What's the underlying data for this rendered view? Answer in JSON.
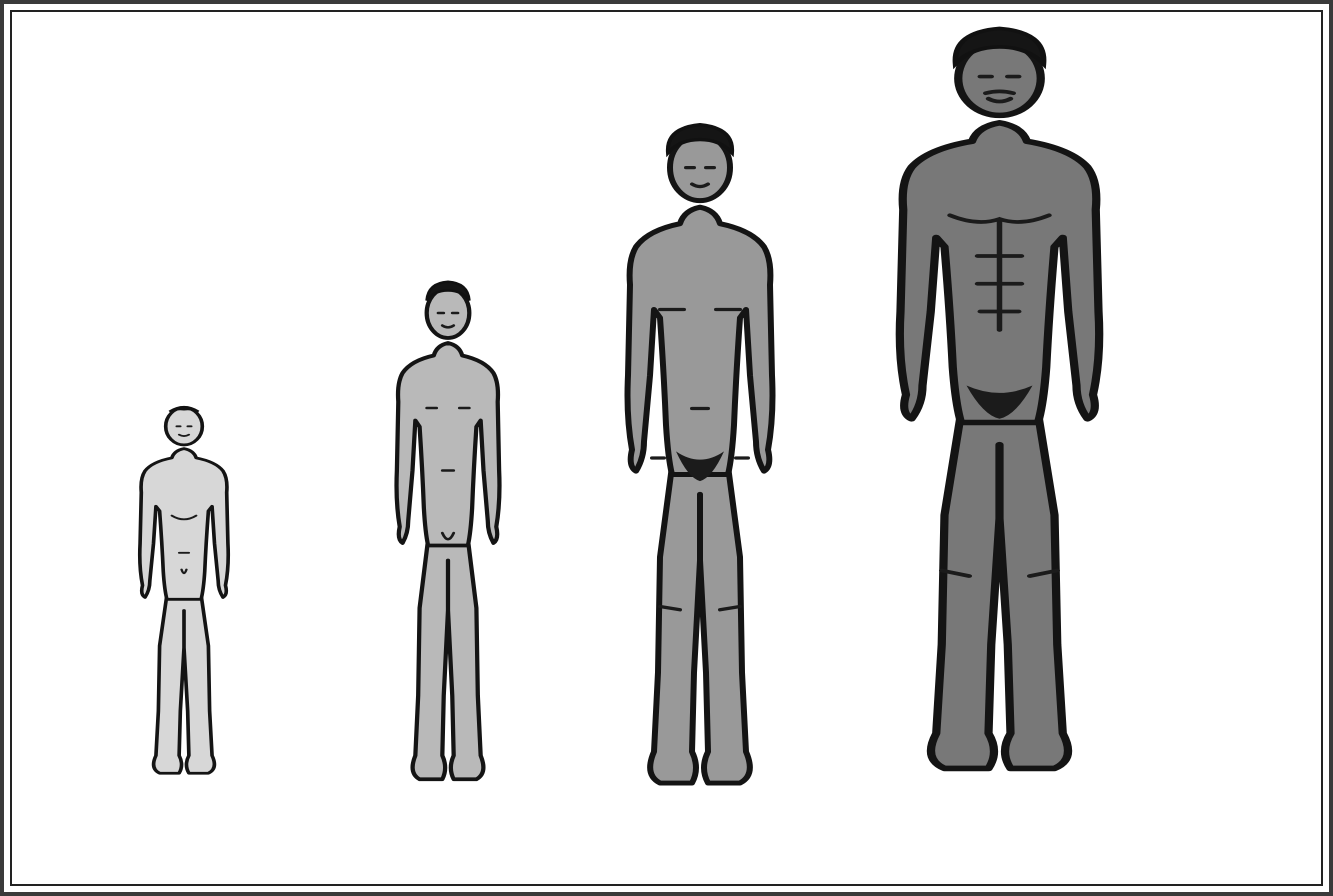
{
  "figure": {
    "stages": [
      {
        "id": "infant",
        "shade": "#d7d7d7"
      },
      {
        "id": "child",
        "shade": "#b9b9b9"
      },
      {
        "id": "adolescent",
        "shade": "#999999"
      },
      {
        "id": "adult",
        "shade": "#787878"
      }
    ],
    "ink_color": "#141414",
    "border_color": "#222222"
  }
}
